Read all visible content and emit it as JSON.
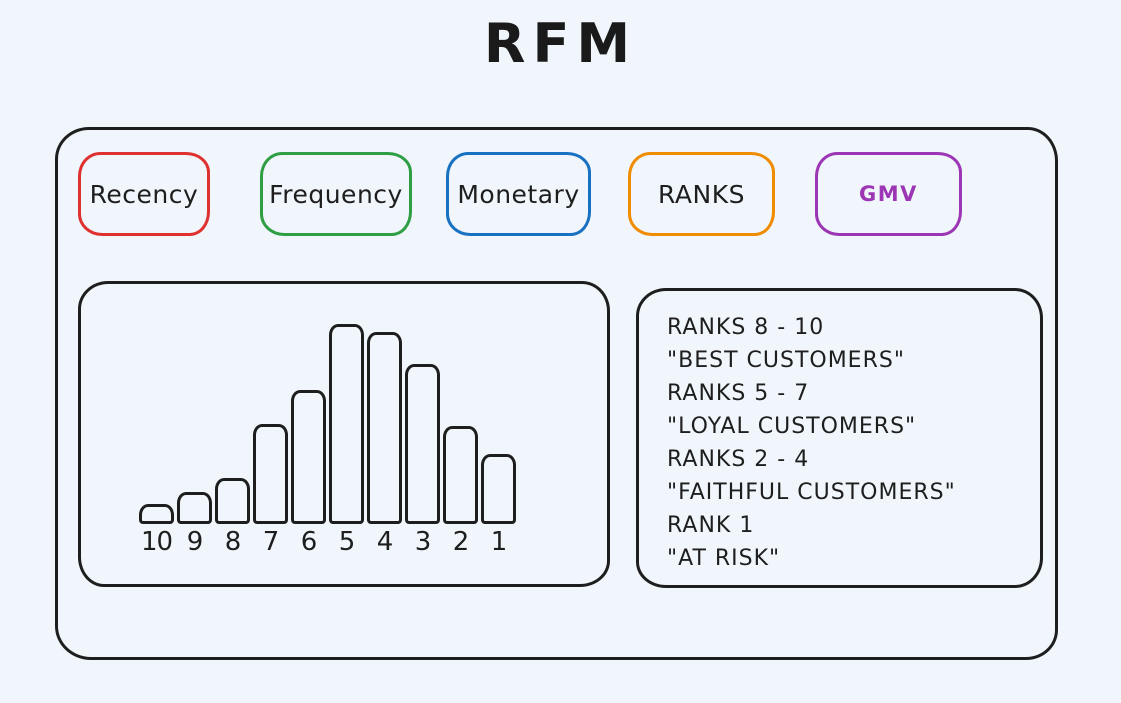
{
  "page": {
    "title": "RFM",
    "background_color": "#f0f6fb",
    "stroke_color": "#1e1e1e"
  },
  "factors": [
    {
      "label": "Recency",
      "color": "#e03131",
      "text_color": "#1e1e1e"
    },
    {
      "label": "Frequency",
      "color": "#2f9e44",
      "text_color": "#1e1e1e"
    },
    {
      "label": "Monetary",
      "color": "#1971c2",
      "text_color": "#1e1e1e"
    },
    {
      "label": "RANKS",
      "color": "#f08c00",
      "text_color": "#1e1e1e"
    },
    {
      "label": "GMV",
      "color": "#9c36b5",
      "text_color": "#9c36b5"
    }
  ],
  "chart_data": {
    "type": "bar",
    "categories": [
      "10",
      "9",
      "8",
      "7",
      "6",
      "5",
      "4",
      "3",
      "2",
      "1"
    ],
    "values": [
      10,
      16,
      23,
      50,
      67,
      100,
      96,
      80,
      49,
      35
    ],
    "title": "",
    "xlabel": "",
    "ylabel": "",
    "ylim": [
      0,
      100
    ],
    "grid": false,
    "legend": "none",
    "bar_fill": "transparent",
    "bar_stroke": "#1e1e1e"
  },
  "rank_legend": {
    "lines": [
      "RANKS 8 - 10",
      "\"BEST CUSTOMERS\"",
      "RANKS 5 - 7",
      "\"LOYAL CUSTOMERS\"",
      "RANKS 2 - 4",
      "\"FAITHFUL CUSTOMERS\"",
      "RANK 1",
      "\"AT RISK\""
    ]
  }
}
